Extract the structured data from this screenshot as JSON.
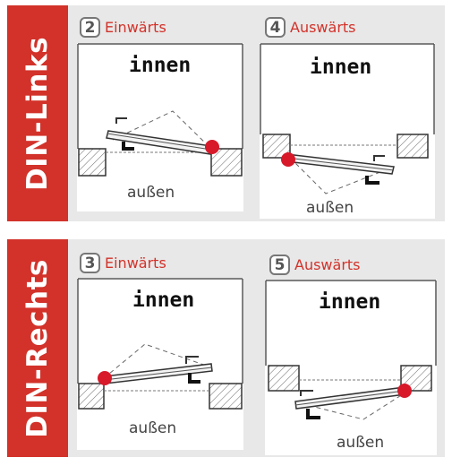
{
  "din_links": {
    "label": "DIN-Links",
    "left": {
      "number": "2",
      "direction": "Einwärts",
      "inner": "innen",
      "outer": "außen"
    },
    "right": {
      "number": "4",
      "direction": "Auswärts",
      "inner": "innen",
      "outer": "außen"
    }
  },
  "din_rechts": {
    "label": "DIN-Rechts",
    "left": {
      "number": "3",
      "direction": "Einwärts",
      "inner": "innen",
      "outer": "außen"
    },
    "right": {
      "number": "5",
      "direction": "Auswärts",
      "inner": "innen",
      "outer": "außen"
    }
  },
  "colors": {
    "accent": "#d2322a",
    "hinge": "#d7192a",
    "band": "#e8e8e8"
  }
}
